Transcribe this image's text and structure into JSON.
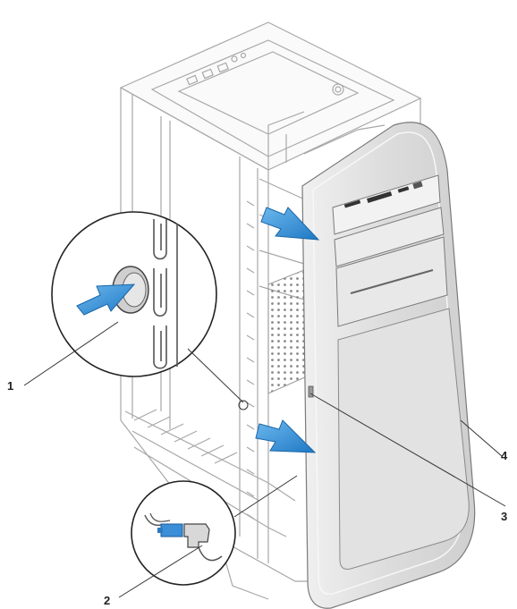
{
  "callouts": [
    {
      "id": "1",
      "label": "1"
    },
    {
      "id": "2",
      "label": "2"
    },
    {
      "id": "3",
      "label": "3"
    },
    {
      "id": "4",
      "label": "4"
    }
  ],
  "colors": {
    "line": "#9a9a9a",
    "line_dark": "#555555",
    "arrow": "#2d8fd6",
    "bezel_fill": "#e4e4e4",
    "bezel_edge": "#f5f5f5",
    "vent": "#8a8a8a",
    "text": "#222222"
  },
  "icons": {
    "push_arrow": "arrow-right-icon",
    "pull_arrow": "arrow-diagonal-icon",
    "connector": "connector-icon"
  }
}
